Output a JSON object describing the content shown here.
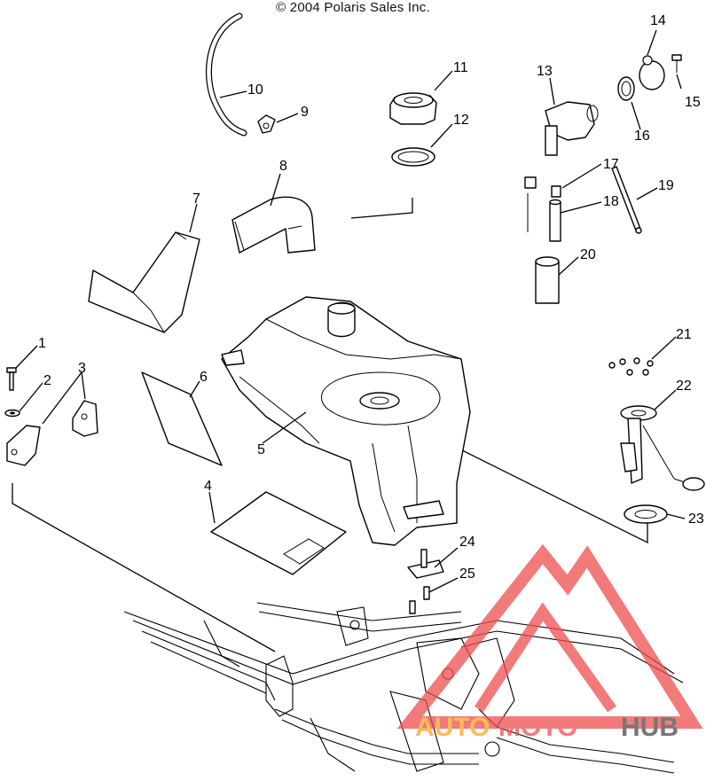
{
  "copyright": "© 2004 Polaris Sales Inc.",
  "callouts": [
    "1",
    "2",
    "3",
    "4",
    "5",
    "6",
    "7",
    "8",
    "9",
    "10",
    "11",
    "12",
    "13",
    "14",
    "15",
    "16",
    "17",
    "18",
    "19",
    "20",
    "21",
    "22",
    "23",
    "24",
    "25"
  ],
  "watermark": {
    "brand_part1": "AUTO",
    "brand_part2": "MOTO",
    "brand_part3": "HUB",
    "logo_color": "#f04e4e",
    "orange": "#f5a623",
    "gray": "#4a4a4a"
  }
}
